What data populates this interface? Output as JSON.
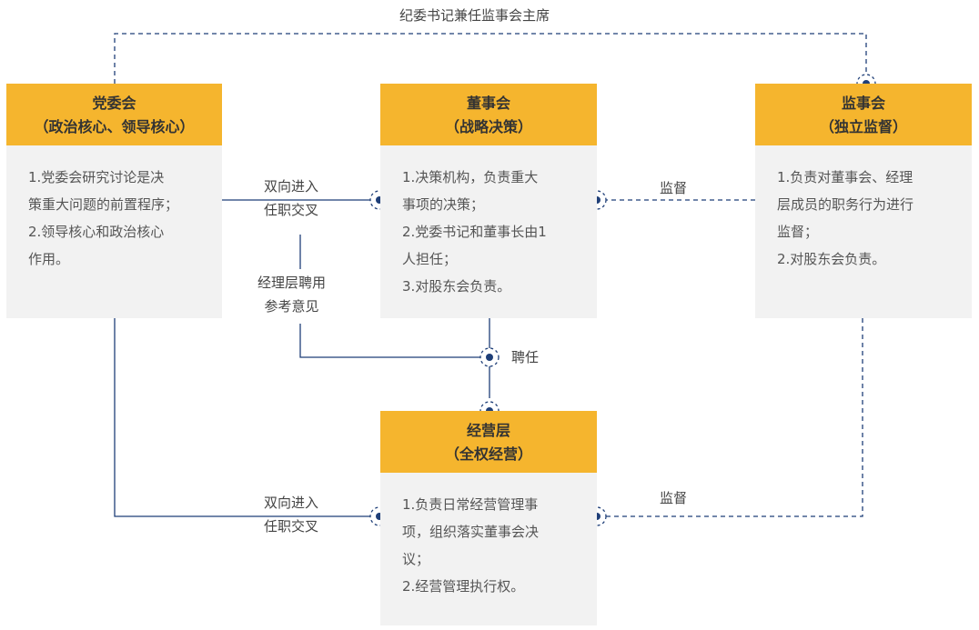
{
  "top_label": "纪委书记兼任监事会主席",
  "colors": {
    "header": "#f5b52e",
    "body": "#f2f2f2",
    "line": "#1f3f78"
  },
  "boxes": {
    "party": {
      "title": "党委会",
      "subtitle": "（政治核心、领导核心）",
      "lines": [
        "1.党委会研究讨论是决",
        "策重大问题的前置程序；",
        "2.领导核心和政治核心",
        "作用。"
      ]
    },
    "board": {
      "title": "董事会",
      "subtitle": "（战略决策）",
      "lines": [
        "1.决策机构，负责重大",
        "事项的决策；",
        "2.党委书记和董事长由1",
        "人担任；",
        "3.对股东会负责。"
      ]
    },
    "supervisory": {
      "title": "监事会",
      "subtitle": "（独立监督）",
      "lines": [
        "1.负责对董事会、经理",
        "层成员的职务行为进行",
        "监督；",
        "2.对股东会负责。"
      ]
    },
    "management": {
      "title": "经营层",
      "subtitle": "（全权经营）",
      "lines": [
        "1.负责日常经营管理事",
        "项，组织落实董事会决",
        "议；",
        "2.经营管理执行权。"
      ]
    }
  },
  "labels": {
    "cross_top": [
      "双向进入",
      "任职交叉"
    ],
    "opinion": [
      "经理层聘用",
      "参考意见"
    ],
    "hire": "聘任",
    "supervise_top": "监督",
    "cross_bottom": [
      "双向进入",
      "任职交叉"
    ],
    "supervise_bottom": "监督"
  }
}
